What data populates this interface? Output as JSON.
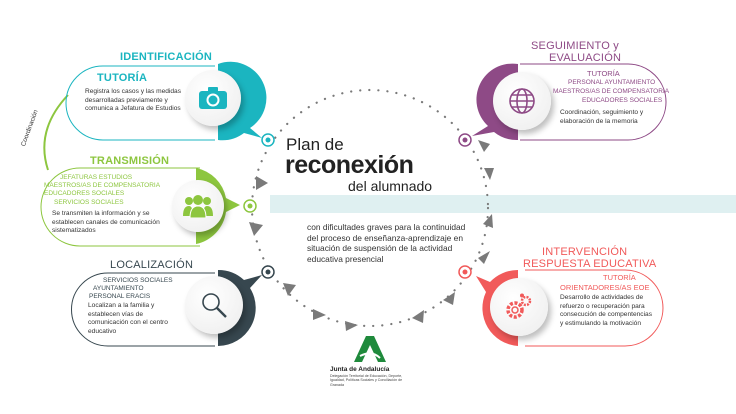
{
  "colors": {
    "identificacion": "#1bb5c0",
    "transmision": "#8dc63f",
    "localizacion": "#37474f",
    "seguimiento": "#8e4a86",
    "intervencion": "#f15a5a",
    "arrows": "#7a7a7a",
    "logo": "#1f8a3c"
  },
  "title": {
    "line1": "Plan de",
    "line2": "reconexión",
    "line3": "del alumnado"
  },
  "description": "con dificultades graves para la continuidad del proceso de enseñanza-aprendizaje en situación de suspensión de la actividad educativa presencial",
  "coordination_label": "Coordinación",
  "stages": {
    "identificacion": {
      "title": "IDENTIFICACIÓN",
      "agents": [
        "TUTORÍA"
      ],
      "text": "Registra los casos y las medidas desarrolladas previamente y comunica a Jefatura de Estudios",
      "icon": "camera-icon"
    },
    "transmision": {
      "title": "TRANSMISIÓN",
      "agents": [
        "JEFATURAS ESTUDIOS",
        "MAESTROS/AS DE COMPENSATORIA",
        "EDUCADORES SOCIALES",
        "SERVICIOS SOCIALES"
      ],
      "text": "Se transmiten la información y se establecen canales de comunicación sistematizados",
      "icon": "group-icon"
    },
    "localizacion": {
      "title": "LOCALIZACIÓN",
      "agents": [
        "SERVICIOS SOCIALES",
        "AYUNTAMIENTO",
        "PERSONAL ERACIS"
      ],
      "text": "Localizan a la familia y establecen vías de comunicación con el centro educativo",
      "icon": "magnifier-icon"
    },
    "seguimiento": {
      "title1": "SEGUIMIENTO y",
      "title2": "EVALUACIÓN",
      "agents": [
        "TUTORÍA",
        "PERSONAL AYUNTAMIENTO",
        "MAESTROS/AS DE COMPENSATORIA",
        "EDUCADORES SOCIALES"
      ],
      "text": "Coordinación, seguimiento y elaboración de la memoria",
      "icon": "globe-icon"
    },
    "intervencion": {
      "title1": "INTERVENCIÓN",
      "title2": "RESPUESTA EDUCATIVA",
      "agents": [
        "TUTORÍA",
        "ORIENTADORES/AS EOE"
      ],
      "text": "Desarrollo de actividades de refuerzo o recuperación para consecución de compentencias y estimulando la motivación",
      "icon": "gears-icon"
    }
  },
  "logo": {
    "name": "Junta de Andalucía",
    "subtitle": "Delegación Territorial de Educación, Deporte, Igualdad, Políticas Sociales y Conciliación de Granada"
  }
}
